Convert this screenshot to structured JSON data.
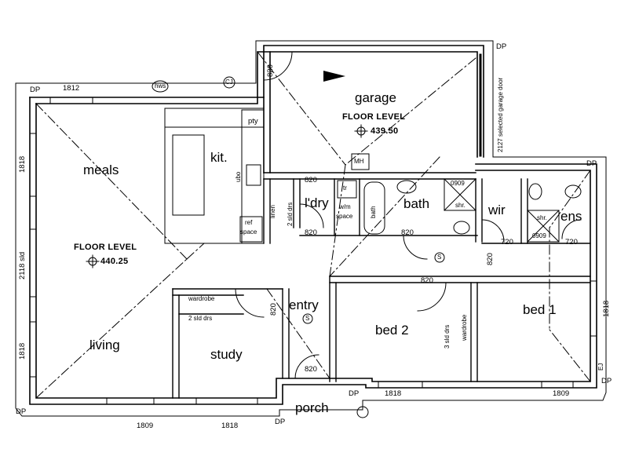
{
  "rooms": {
    "garage": "garage",
    "meals": "meals",
    "kit": "kit.",
    "ldry": "l'dry",
    "bath": "bath",
    "wir": "wir",
    "ens": "ens",
    "entry": "entry",
    "bed2": "bed 2",
    "bed1": "bed 1",
    "living": "living",
    "study": "study",
    "porch": "porch"
  },
  "floor_levels": {
    "garage": {
      "title": "FLOOR LEVEL",
      "value": "439.50"
    },
    "house": {
      "title": "FLOOR LEVEL",
      "value": "440.25"
    }
  },
  "fixtures": {
    "pty": "pty",
    "ubo": "ubo",
    "ref_line1": "ref",
    "ref_line2": "space",
    "linen": "linen",
    "sld_drs_linen": "2 sld drs",
    "tr": "tr",
    "wm_line1": "w/m",
    "wm_line2": "space",
    "bath_tub": "bath",
    "shr_bath": "shr.",
    "shr_bath_size": "0909",
    "shr_ens": "shr.",
    "shr_ens_size": "0909",
    "mh": "MH",
    "hws": "hws",
    "wardrobe_study": "wardrobe",
    "sld_drs_study": "2 sld drs",
    "sld_drs_bed2": "3 sld drs",
    "wardrobe_bed2": "wardrobe",
    "garage_door": "2127 selected garage door",
    "smoke": "S",
    "cj": "CJ",
    "ej": "EJ"
  },
  "dimensions": {
    "top_window": "1812",
    "left_upper": "1818",
    "left_mid": "2118 sld",
    "left_lower": "1818",
    "bottom_left": "1809",
    "bottom_mid": "1818",
    "bottom_right1": "1818",
    "bottom_right2": "1809",
    "right_bed1": "1818",
    "garage_door_w": "820",
    "ldry_door": "820",
    "ldry_door2": "820",
    "bath_door": "820",
    "hall_door": "820",
    "entry_door": "820",
    "wir_door": "720",
    "ens_door": "720",
    "bed2_door": "820",
    "porch_door": "820"
  },
  "dp_labels": [
    "DP",
    "DP",
    "DP",
    "DP",
    "DP",
    "DP",
    "DP"
  ]
}
